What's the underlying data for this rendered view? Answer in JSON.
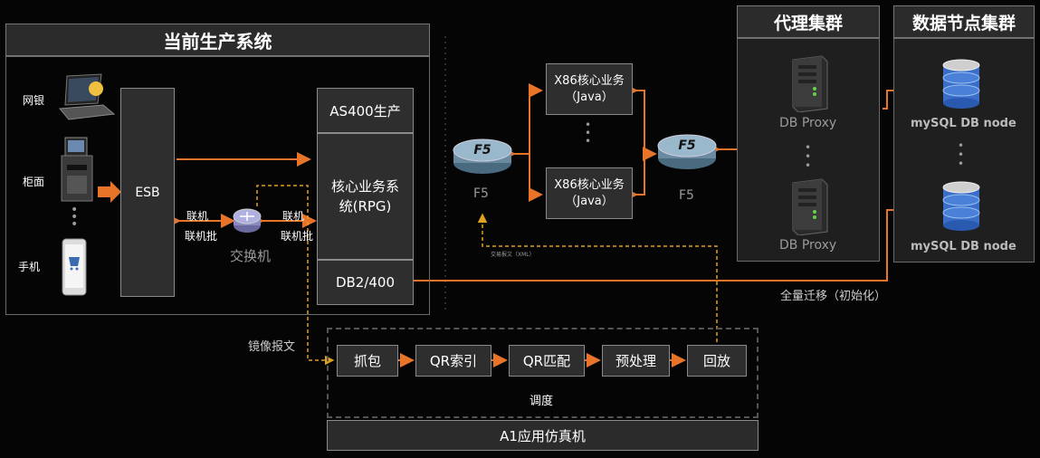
{
  "production": {
    "title": "当前生产系统",
    "channels": [
      "网银",
      "柜面",
      "手机"
    ],
    "esb": "ESB",
    "switch": "交换机",
    "link_left": [
      "联机",
      "联机批"
    ],
    "link_right": [
      "联机",
      "联机批"
    ],
    "as400": "AS400生产",
    "core": "核心业务系统(RPG)",
    "db2": "DB2/400"
  },
  "middle": {
    "f5_left": "F5",
    "f5_right": "F5",
    "x86_top": "X86核心业务（Java）",
    "x86_bottom": "X86核心业务（Java）",
    "xml_note": "交易报文（XML）"
  },
  "proxy": {
    "title": "代理集群",
    "items": [
      "DB Proxy",
      "DB Proxy"
    ]
  },
  "datanodes": {
    "title": "数据节点集群",
    "items": [
      "mySQL DB node",
      "mySQL DB node"
    ]
  },
  "migration": "全量迁移（初始化）",
  "mirror": "镜像报文",
  "pipeline": {
    "steps": [
      "抓包",
      "QR索引",
      "QR匹配",
      "预处理",
      "回放"
    ],
    "schedule": "调度",
    "machine": "A1应用仿真机"
  },
  "colors": {
    "accent": "#e8742a",
    "dashed": "#e0a020",
    "panel": "#1f1f1f"
  }
}
